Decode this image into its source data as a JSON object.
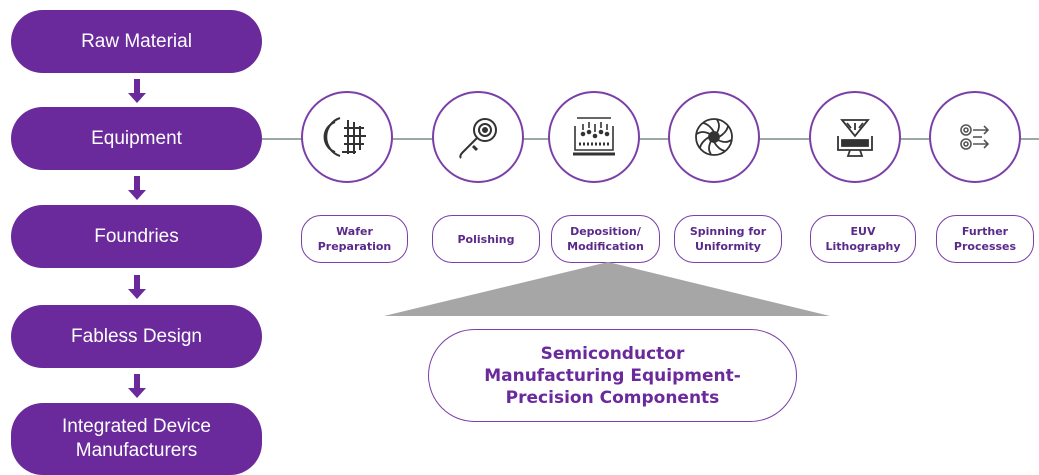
{
  "chain": {
    "steps": [
      "Raw Material",
      "Equipment",
      "Foundries",
      "Fabless Design",
      "Integrated Device\nManufacturers"
    ]
  },
  "process": {
    "steps": [
      {
        "label": "Wafer\nPreparation",
        "icon": "wafer-icon"
      },
      {
        "label": "Polishing",
        "icon": "polishing-icon"
      },
      {
        "label": "Deposition/\nModification",
        "icon": "deposition-icon"
      },
      {
        "label": "Spinning for\nUniformity",
        "icon": "spinning-icon"
      },
      {
        "label": "EUV\nLithography",
        "icon": "lithography-icon"
      },
      {
        "label": "Further\nProcesses",
        "icon": "gears-icon"
      }
    ]
  },
  "summary": {
    "label": "Semiconductor\nManufacturing Equipment-\nPrecision Components"
  },
  "colors": {
    "primary": "#6a2a9c",
    "outline": "#7a3fa8",
    "connector": "#9aa8a8",
    "triangle": "#a6a6a6"
  }
}
